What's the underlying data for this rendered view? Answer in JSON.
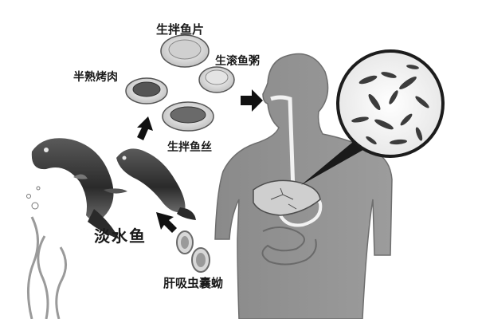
{
  "labels": {
    "raw_fish_slices": "生拌鱼片",
    "half_cooked_grilled_meat": "半熟烤肉",
    "raw_fish_porridge": "生滚鱼粥",
    "raw_fish_shreds": "生拌鱼丝",
    "freshwater_fish": "淡水鱼",
    "liver_fluke_cysts": "肝吸虫囊蚴"
  },
  "colors": {
    "body": "#8f8f8f",
    "fish_dark": "#2a2a2a",
    "arrow": "#111111",
    "background": "#ffffff"
  }
}
